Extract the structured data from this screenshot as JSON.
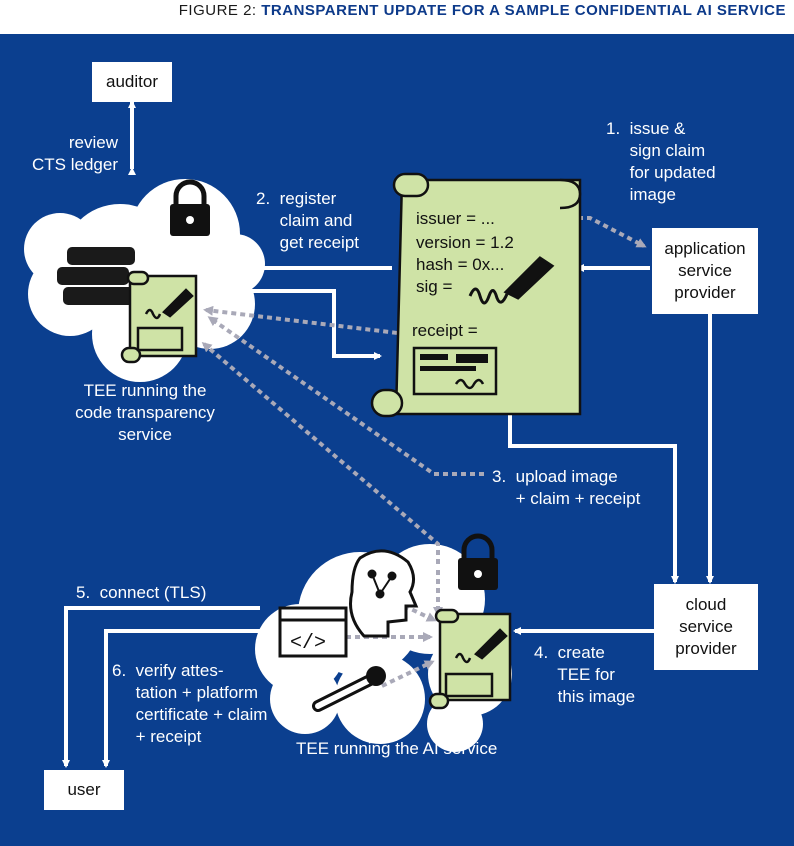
{
  "title": {
    "prefix": "FIGURE 2: ",
    "main": "TRANSPARENT UPDATE FOR A SAMPLE CONFIDENTIAL AI SERVICE"
  },
  "nodes": {
    "auditor": "auditor",
    "application_provider": "application\nservice\nprovider",
    "cloud_provider": "cloud\nservice\nprovider",
    "user": "user"
  },
  "captions": {
    "tee_cts": "TEE running the\ncode transparency\nservice",
    "tee_ai": "TEE running the AI service"
  },
  "steps": {
    "review": "review\nCTS ledger",
    "step1": "1.  issue &\n     sign claim\n     for updated\n     image",
    "step2": "2.  register\n     claim and\n     get receipt",
    "step3": "3.  upload image\n     + claim + receipt",
    "step4": "4.  create\n     TEE for\n     this image",
    "step5": "5.  connect (TLS)",
    "step6": "6.  verify attes-\n     tation + platform\n     certificate + claim\n     + receipt"
  },
  "claim_document": {
    "issuer": "issuer = ...",
    "version": "version = 1.2",
    "hash": "hash = 0x...",
    "sig": "sig =",
    "receipt": "receipt ="
  },
  "icons": [
    "padlock-icon",
    "books-icon",
    "scroll-icon",
    "brain-circuit-icon",
    "code-window-icon",
    "wrench-icon",
    "signature-icon"
  ],
  "colors": {
    "background": "#0b3f8f",
    "scroll": "#cfe3a6",
    "box": "#ffffff",
    "arrow": "#ffffff",
    "dotted_arrow": "#a9a9b8"
  }
}
